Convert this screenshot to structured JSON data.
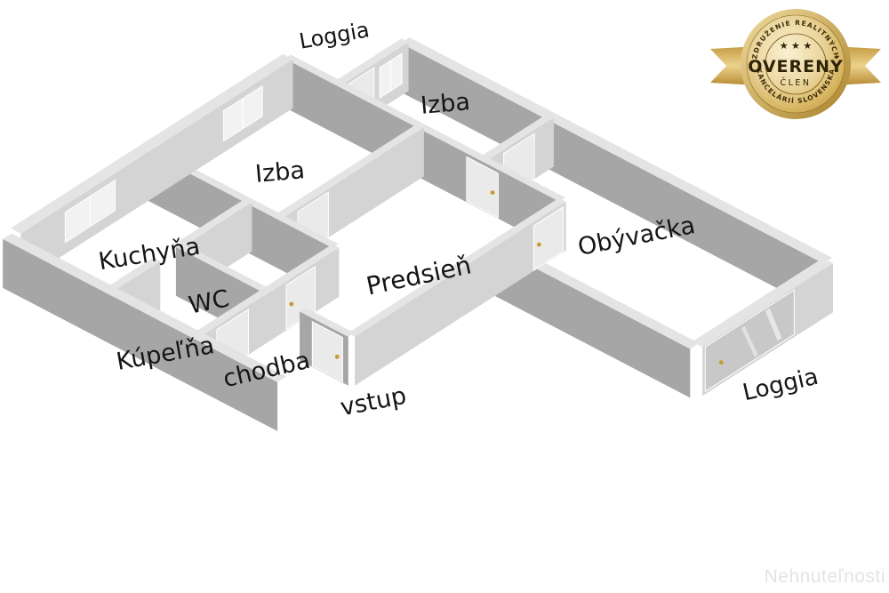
{
  "floorplan": {
    "rooms": [
      {
        "name": "Loggia"
      },
      {
        "name": "Izba"
      },
      {
        "name": "Izba"
      },
      {
        "name": "Kuchyňa"
      },
      {
        "name": "WC"
      },
      {
        "name": "Kúpeľňa"
      },
      {
        "name": "chodba"
      },
      {
        "name": "Predsieň"
      },
      {
        "name": "vstup"
      },
      {
        "name": "Obývačka"
      },
      {
        "name": "Loggia"
      }
    ],
    "wall_top_color": "#e4e4e4",
    "wall_light_color": "#d4d4d4",
    "wall_dark_color": "#a6a6a6",
    "door_handle_color": "#c59a2f"
  },
  "badge": {
    "arc_top": "ZDRUŽENIE REALITNÝCH",
    "stars": "★ ★ ★",
    "title": "OVERENÝ",
    "subtitle": "ČLEN",
    "arc_bottom": "KANCELÁRIÍ SLOVENSKA",
    "gold": "#c9a23f"
  },
  "watermark": {
    "text": "Nehnuteľnosti"
  }
}
